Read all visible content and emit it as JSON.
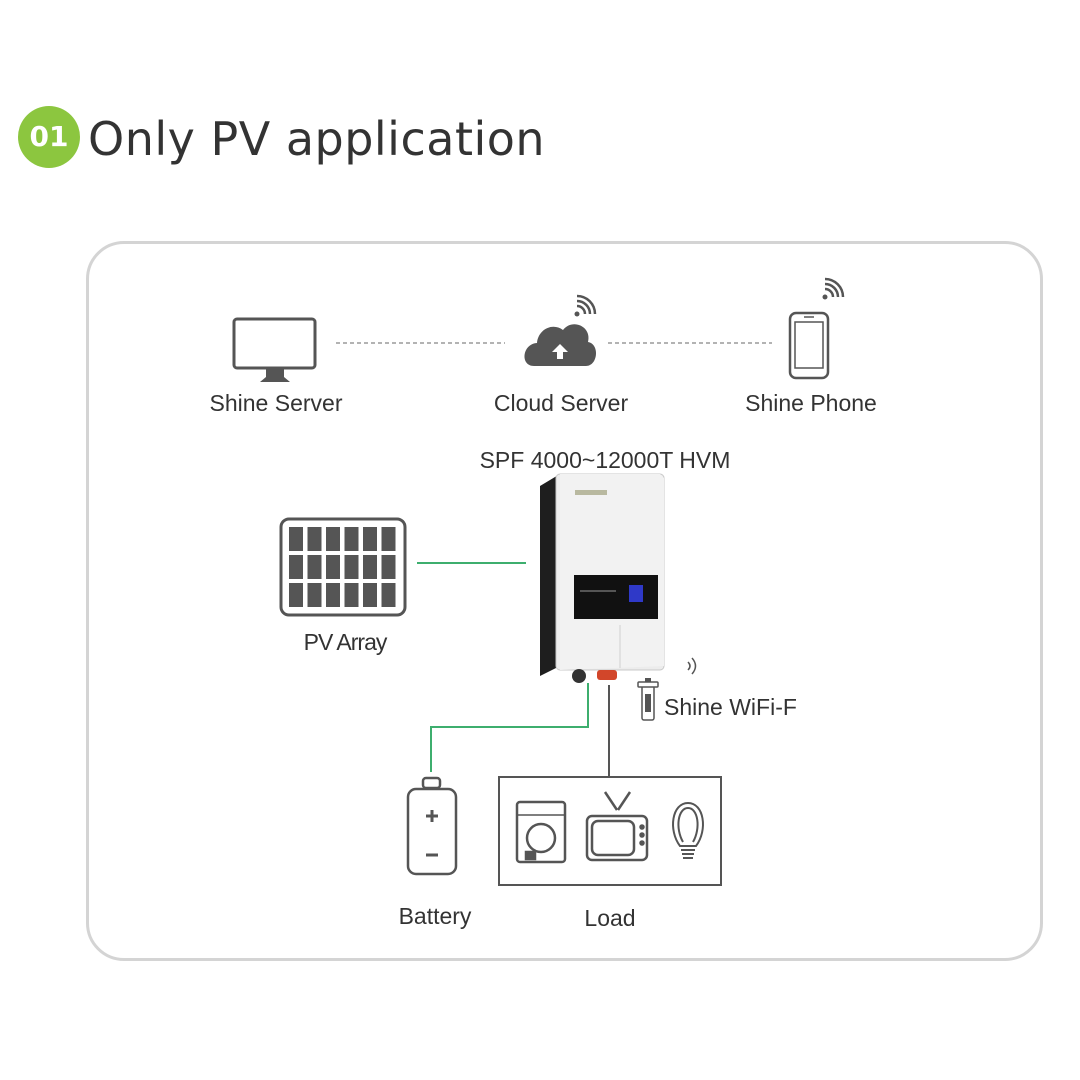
{
  "header": {
    "badge_number": "01",
    "title": "Only PV application",
    "accent_color": "#8cc63f"
  },
  "diagram": {
    "nodes": {
      "shine_server": {
        "label": "Shine Server",
        "icon": "monitor-icon"
      },
      "cloud_server": {
        "label": "Cloud Server",
        "icon": "cloud-upload-icon"
      },
      "shine_phone": {
        "label": "Shine Phone",
        "icon": "smartphone-icon"
      },
      "inverter": {
        "label": "SPF 4000~12000T HVM",
        "icon": "inverter-image"
      },
      "pv_array": {
        "label": "PV Array",
        "icon": "solar-panel-icon"
      },
      "wifi_module": {
        "label": "Shine WiFi-F",
        "icon": "wifi-dongle-icon"
      },
      "battery": {
        "label": "Battery",
        "icon": "battery-icon"
      },
      "load": {
        "label": "Load",
        "icons": [
          "washing-machine-icon",
          "tv-icon",
          "light-bulb-icon"
        ]
      }
    },
    "connections": [
      {
        "from": "shine_server",
        "to": "cloud_server",
        "style": "dashed"
      },
      {
        "from": "cloud_server",
        "to": "shine_phone",
        "style": "dashed"
      },
      {
        "from": "pv_array",
        "to": "inverter",
        "style": "solid",
        "color": "#3dae6e"
      },
      {
        "from": "inverter",
        "to": "battery",
        "style": "solid",
        "color": "#3dae6e"
      },
      {
        "from": "inverter",
        "to": "load",
        "style": "solid",
        "color": "#555555"
      }
    ]
  }
}
